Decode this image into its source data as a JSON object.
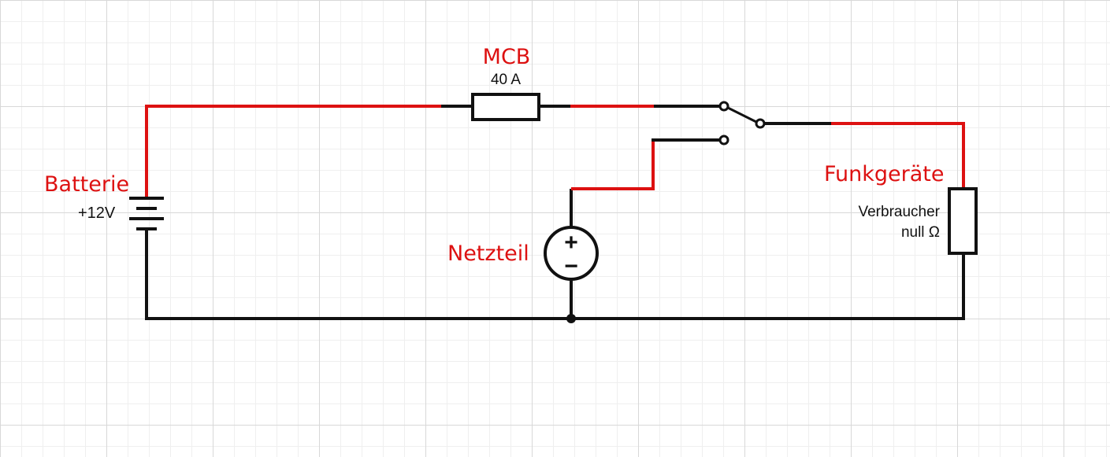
{
  "colors": {
    "live": "#dd1111",
    "wire": "#111111",
    "label_red": "#dd1111",
    "label_black": "#111111"
  },
  "labels": {
    "battery_name": "Batterie",
    "battery_voltage": "+12V",
    "mcb_name": "MCB",
    "mcb_rating": "40 A",
    "psu_name": "Netzteil",
    "psu_plus": "+",
    "psu_minus": "−",
    "load_name": "Funkgeräte",
    "load_desc_line1": "Verbraucher",
    "load_desc_line2": "null Ω"
  }
}
